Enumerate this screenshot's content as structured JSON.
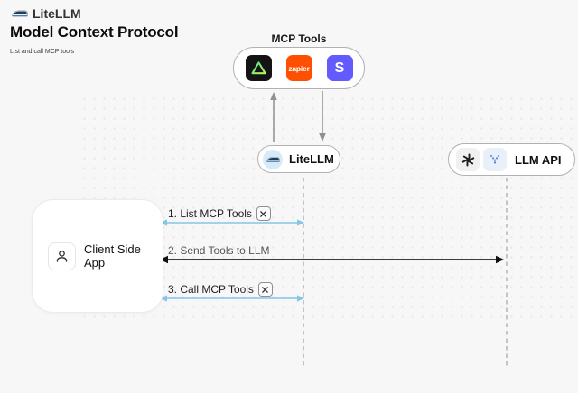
{
  "header": {
    "brand": "LiteLLM"
  },
  "page": {
    "title": "Model Context Protocol",
    "subtitle": "List and call MCP tools"
  },
  "diagram": {
    "mcp_tools": {
      "label": "MCP Tools",
      "zapier_label": "zapier",
      "stripe_label": "S"
    },
    "litellm": {
      "label": "LiteLLM"
    },
    "llm_api": {
      "label": "LLM API"
    },
    "client": {
      "label": "Client Side App"
    },
    "steps": [
      {
        "label": "1. List MCP Tools",
        "badge": "tools-icon",
        "arrow": "bidirectional",
        "color": "#84c5e8"
      },
      {
        "label": "2. Send Tools to LLM",
        "badge": "",
        "arrow": "bidirectional",
        "color": "#383838"
      },
      {
        "label": "3. Call MCP Tools",
        "badge": "tools-icon",
        "arrow": "bidirectional",
        "color": "#84c5e8"
      }
    ]
  },
  "colors": {
    "background": "#f7f7f8",
    "blue_arrow": "#84c5e8",
    "black_arrow": "#383838",
    "zapier_orange": "#ff4f00",
    "stripe_indigo": "#635bff",
    "tool_black": "#141414",
    "triangle_green": "#3fd97b",
    "dashed_line": "#b3b3b3"
  }
}
